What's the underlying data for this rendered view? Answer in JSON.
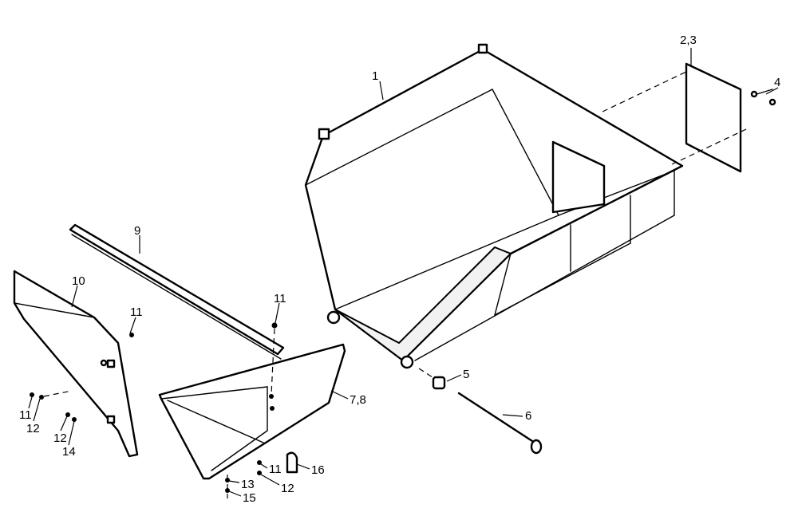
{
  "diagram": {
    "callouts": [
      {
        "id": "c1",
        "text": "1"
      },
      {
        "id": "c23",
        "text": "2,3"
      },
      {
        "id": "c4",
        "text": "4"
      },
      {
        "id": "c5",
        "text": "5"
      },
      {
        "id": "c6",
        "text": "6"
      },
      {
        "id": "c78",
        "text": "7,8"
      },
      {
        "id": "c9",
        "text": "9"
      },
      {
        "id": "c10",
        "text": "10"
      },
      {
        "id": "c11a",
        "text": "11"
      },
      {
        "id": "c11b",
        "text": "11"
      },
      {
        "id": "c11c",
        "text": "11"
      },
      {
        "id": "c11d",
        "text": "11"
      },
      {
        "id": "c12a",
        "text": "12"
      },
      {
        "id": "c12b",
        "text": "12"
      },
      {
        "id": "c12c",
        "text": "12"
      },
      {
        "id": "c13",
        "text": "13"
      },
      {
        "id": "c14",
        "text": "14"
      },
      {
        "id": "c15",
        "text": "15"
      },
      {
        "id": "c16",
        "text": "16"
      }
    ]
  }
}
